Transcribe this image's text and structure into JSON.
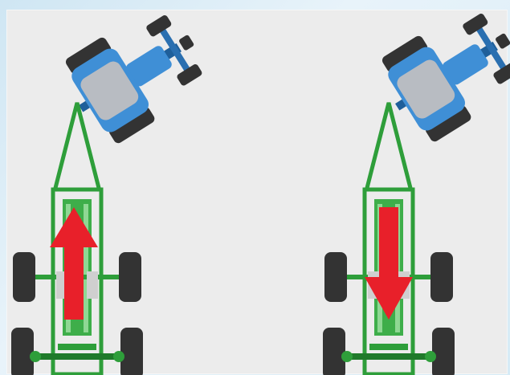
{
  "colors": {
    "background": "#ececec",
    "frame": "#d6ebf6",
    "tractor_body": "#3f8fd6",
    "tractor_body_dark": "#1f5f9a",
    "tractor_cab": "#b8bcc2",
    "tire": "#333333",
    "trailer_frame": "#2e9e3a",
    "trailer_frame_dark": "#1f7a2a",
    "arrow": "#e8202a"
  },
  "panels": [
    {
      "id": "left",
      "tractor_direction": "forward-right",
      "arrow_direction": "up"
    },
    {
      "id": "right",
      "tractor_direction": "forward-right",
      "arrow_direction": "down"
    }
  ],
  "icons": [
    "tractor-icon",
    "trailer-icon",
    "arrow-up-icon",
    "arrow-down-icon"
  ]
}
